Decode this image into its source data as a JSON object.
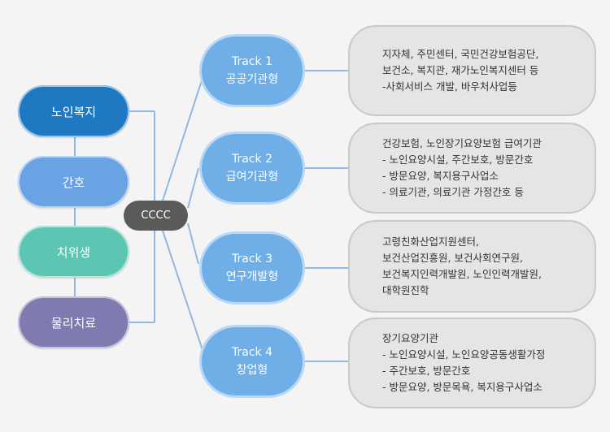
{
  "colors": {
    "field_1": "#1e78c2",
    "field_2": "#6aa3e3",
    "field_3": "#5cc6b2",
    "field_4": "#7f7bb1",
    "track": "#6faee7",
    "center": "#5a5a5a",
    "connector": "#8fb8e5"
  },
  "fields": [
    {
      "label": "노인복지"
    },
    {
      "label": "간호"
    },
    {
      "label": "치위생"
    },
    {
      "label": "물리치료"
    }
  ],
  "center": {
    "label": "CCCC"
  },
  "tracks": [
    {
      "title": "Track 1",
      "subtitle": "공공기관형"
    },
    {
      "title": "Track 2",
      "subtitle": "급여기관형"
    },
    {
      "title": "Track 3",
      "subtitle": "연구개발형"
    },
    {
      "title": "Track 4",
      "subtitle": "창업형"
    }
  ],
  "descriptions": [
    {
      "lines": [
        "지자체, 주민센터, 국민건강보험공단,",
        "보건소, 복지관, 재가노인복지센터 등",
        "-사회서비스 개발, 바우처사업등"
      ]
    },
    {
      "lines": [
        "건강보험, 노인장기요양보험 급여기관",
        "- 노인요양시설, 주간보호, 방문간호",
        "- 방문요양, 복지용구사업소",
        "- 의료기관, 의료기관 가정간호 등"
      ]
    },
    {
      "lines": [
        "고령친화산업지원센터,",
        "보건산업진흥원, 보건사회연구원,",
        "보건복지인력개발원, 노인인력개발원,",
        "대학원진학"
      ]
    },
    {
      "lines": [
        "장기요양기관",
        "- 노인요양시설, 노인요양공동생활가정",
        "- 주간보호, 방문간호",
        "- 방문요양, 방문목욕, 복지용구사업소"
      ]
    }
  ]
}
